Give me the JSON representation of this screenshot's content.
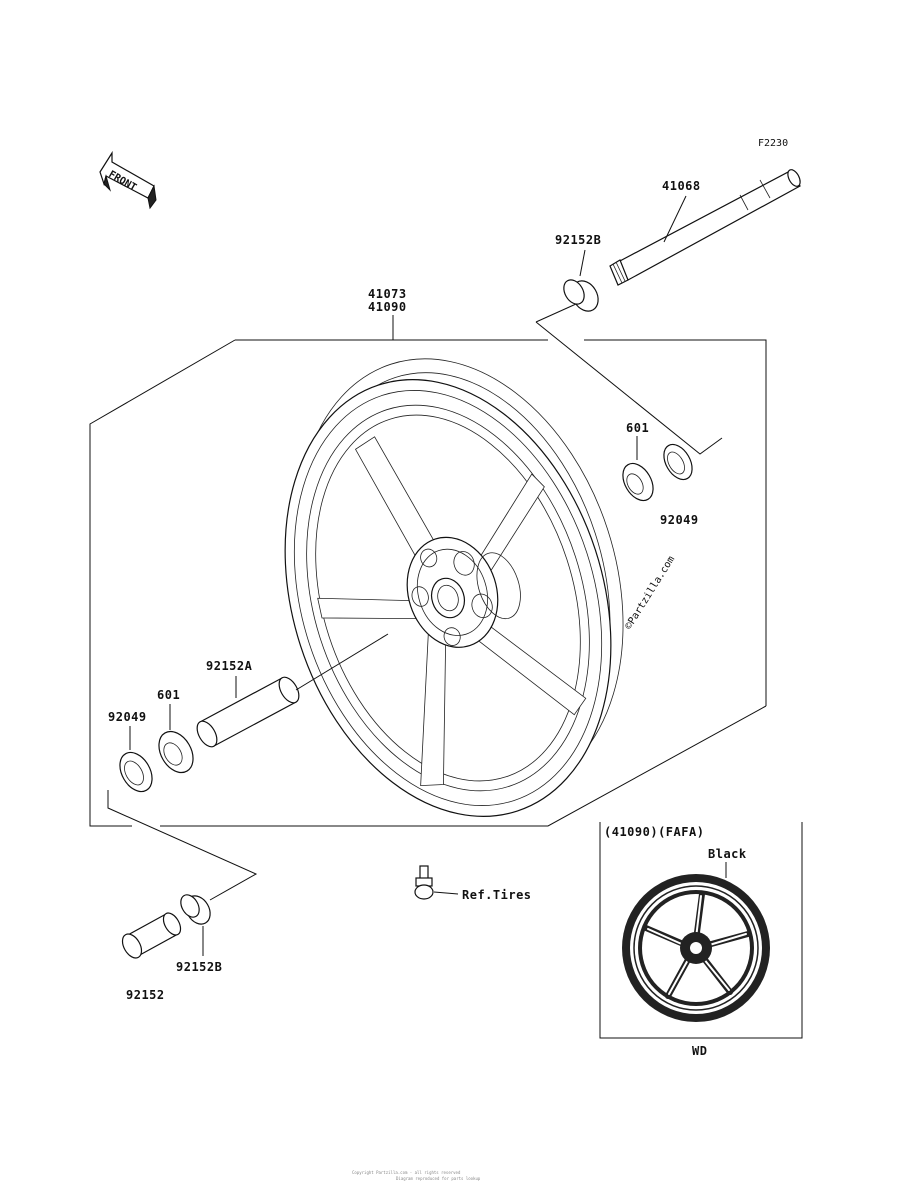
{
  "figure_code": "F2230",
  "front_label": "FRONT",
  "parts": {
    "axle": "41068",
    "collar_top": "92152B",
    "wheel_a": "41073",
    "wheel_b": "41090",
    "bearing_right": "601",
    "seal_right": "92049",
    "collar_center": "92152A",
    "bearing_left": "601",
    "seal_left": "92049",
    "collar_bottom": "92152B",
    "collar_left": "92152"
  },
  "valve_ref": "Ref.Tires",
  "watermark": "©Partzilla.com",
  "inset": {
    "title": "(41090)(FAFA)",
    "color_label": "Black",
    "caption": "WD"
  },
  "footer": {
    "line1": "Copyright Partzilla.com - all rights reserved",
    "line2": "Diagram reproduced for parts lookup"
  }
}
